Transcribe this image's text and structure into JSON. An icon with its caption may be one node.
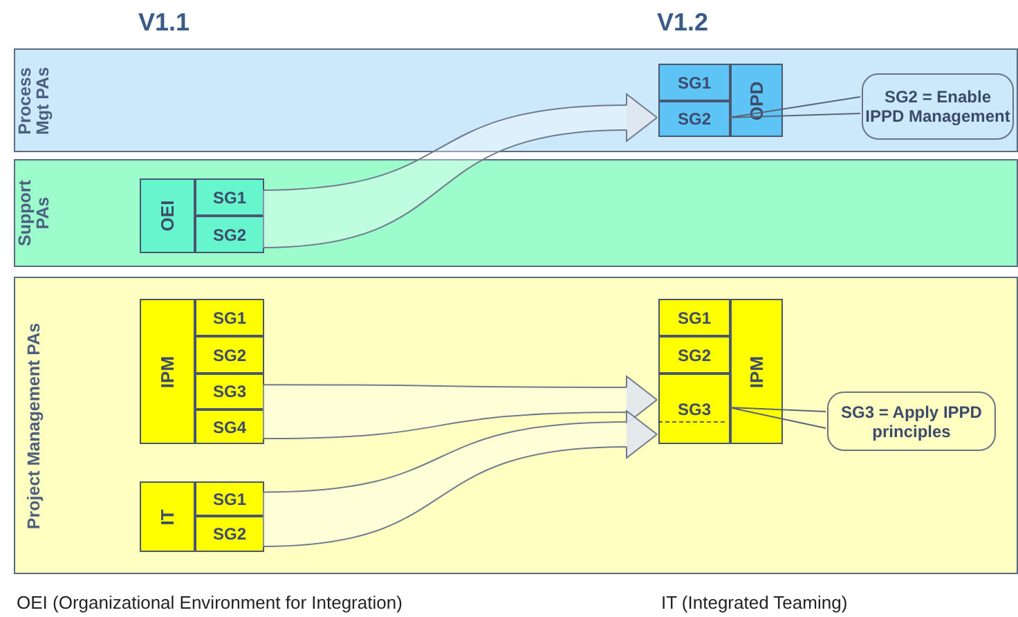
{
  "diagram": {
    "nodes": [
      {
        "text": [
          "Process Mgt PAs"
        ]
      },
      {
        "text": [
          "Support PAs"
        ]
      },
      {
        "text": [
          "Project Management PAs"
        ]
      },
      {
        "text": [
          "SG1"
        ],
        "in": 0
      },
      {
        "text": [
          "SG2"
        ],
        "in": 0
      },
      {
        "text": [
          "OPD"
        ],
        "in": 0
      },
      {
        "text": [
          "SG2 = Enable IPPD Management"
        ],
        "in": 0
      },
      {
        "text": [
          "OEI"
        ],
        "in": 1
      },
      {
        "text": [
          "SG1"
        ],
        "in": 1
      },
      {
        "text": [
          "SG2"
        ],
        "in": 1
      },
      {
        "text": [
          "IPM"
        ],
        "in": 2
      },
      {
        "text": [
          "SG1"
        ],
        "in": 2
      },
      {
        "text": [
          "SG2"
        ],
        "in": 2
      },
      {
        "text": [
          "SG3"
        ],
        "in": 2
      },
      {
        "text": [
          "SG4"
        ],
        "in": 2
      },
      {
        "text": [
          "SG1"
        ],
        "in": 2
      },
      {
        "text": [
          "SG2"
        ],
        "in": 2
      },
      {
        "text": [
          "SG3"
        ],
        "in": 2
      },
      {
        "text": [
          "IPM"
        ],
        "in": 2
      },
      {
        "text": [
          "SG3 = Apply IPPD principles"
        ],
        "in": 2
      },
      {
        "text": [
          "IT"
        ],
        "in": 2
      },
      {
        "text": [
          "SG1"
        ],
        "in": 2
      },
      {
        "text": [
          "SG2"
        ],
        "in": 2
      }
    ],
    "edges": [
      {
        "from": 8,
        "to": 4,
        "arrow": "to"
      },
      {
        "from": 9,
        "to": 4,
        "arrow": "to"
      },
      {
        "from": 13,
        "to": 17,
        "arrow": "to"
      },
      {
        "from": 14,
        "to": 17,
        "arrow": "to"
      },
      {
        "from": 21,
        "to": 17,
        "arrow": "to"
      },
      {
        "from": 22,
        "to": 17,
        "arrow": "to"
      },
      {
        "from": 6,
        "to": 4,
        "arrow": "none"
      },
      {
        "from": 19,
        "to": 17,
        "arrow": "none"
      }
    ],
    "labels": [
      "V1.1",
      "V1.2",
      "OEI (Organizational Environment for Integration)",
      "IT (Integrated Teaming)"
    ]
  }
}
